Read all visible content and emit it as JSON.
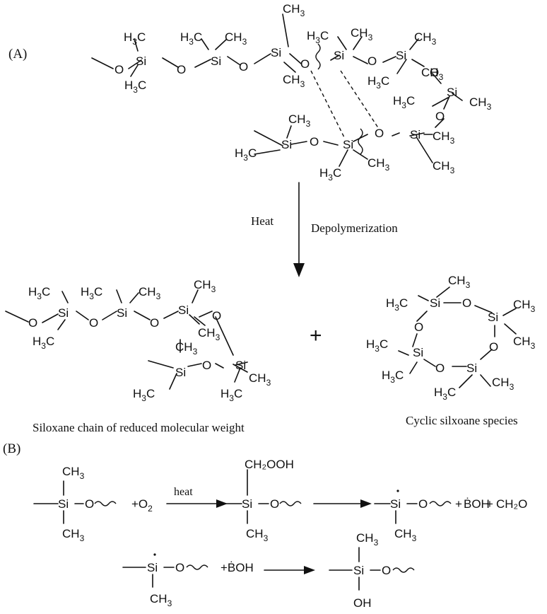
{
  "diagram": {
    "panel_a_label": "(A)",
    "panel_b_label": "(B)",
    "arrow_left_label": "Heat",
    "arrow_right_label": "Depolymerization",
    "product_left_caption": "Siloxane chain of reduced molecular weight",
    "product_right_caption": "Cyclic silxoane species",
    "plus_sign": "+",
    "reaction1": {
      "reagent": "+O",
      "reagent_subscript": "2",
      "arrow_label": "heat",
      "side_group": "CH₂OOH",
      "byproduct_hydroxyl": "ḂOH",
      "byproduct_plus": "+",
      "byproduct_formaldehyde": "CH₂O"
    },
    "reaction2": {
      "reagent": "+ḂOH",
      "product_group": "OH"
    }
  }
}
